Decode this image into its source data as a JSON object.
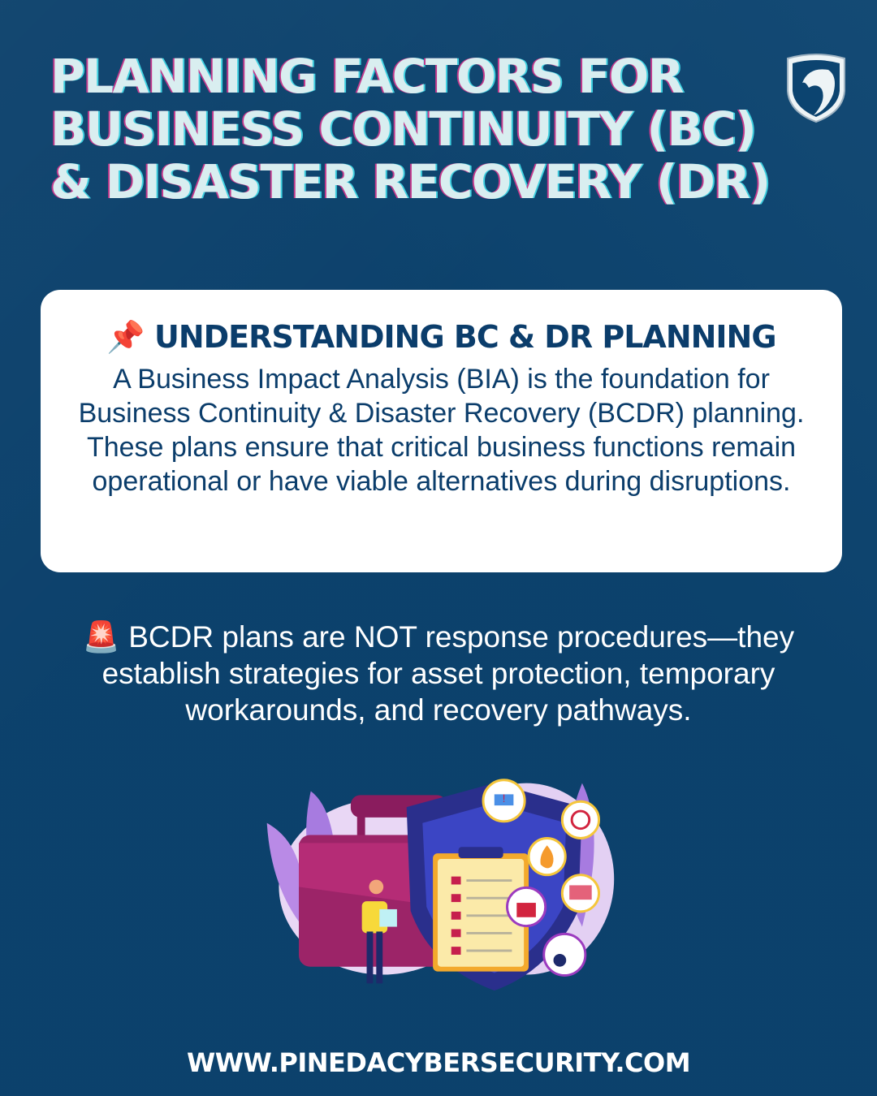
{
  "header": {
    "title_lines": [
      "PLANNING FACTORS FOR",
      "BUSINESS CONTINUITY (BC)",
      "& DISASTER RECOVERY (DR)"
    ],
    "logo_icon": "shield-eagle-logo-icon"
  },
  "card": {
    "icon": "📌",
    "heading": "UNDERSTANDING BC & DR PLANNING",
    "body": "A Business Impact Analysis (BIA) is the foundation for Business Continuity & Disaster Recovery (BCDR) planning. These plans ensure that critical business functions remain operational or have viable alternatives during disruptions."
  },
  "note": {
    "icon": "🚨",
    "text": "BCDR plans are NOT response procedures—they establish strategies for asset protection, temporary workarounds, and recovery pathways."
  },
  "footer": {
    "url": "WWW.PINEDACYBERSECURITY.COM"
  },
  "colors": {
    "background": "#0c4470",
    "title": "#d9eef0",
    "card_text": "#0b3d6b"
  }
}
